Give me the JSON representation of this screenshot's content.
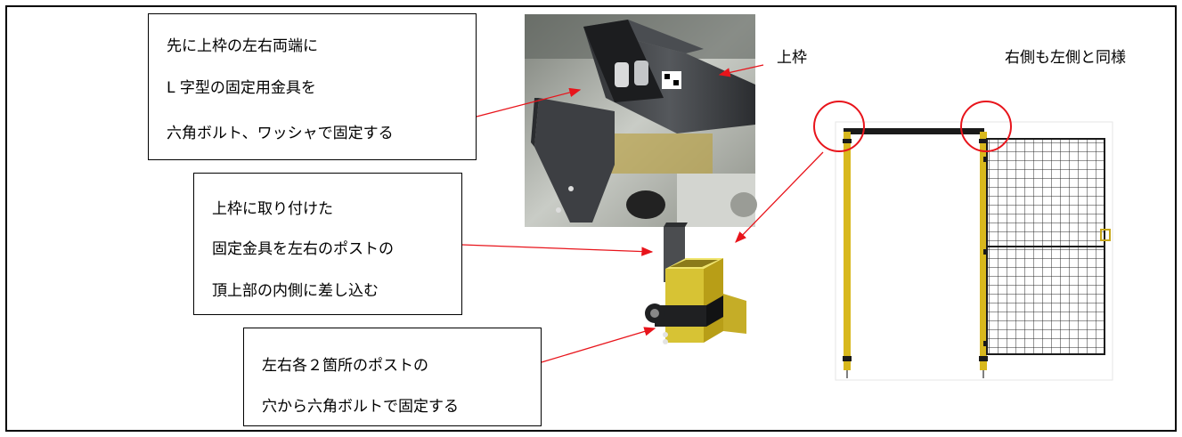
{
  "notes": {
    "upper_bracket": {
      "line1": "先に上枠の左右両端に",
      "line2": "L 字型の固定用金具を",
      "line3": "六角ボルト、ワッシャで固定する"
    },
    "insert": {
      "line1": "上枠に取り付けた",
      "line2": "固定金具を左右のポストの",
      "line3": "頂上部の内側に差し込む"
    },
    "bolt": {
      "line1": "左右各２箇所のポストの",
      "line2": "穴から六角ボルトで固定する"
    }
  },
  "labels": {
    "top_frame": "上枠",
    "right_same": "右側も左側と同様"
  },
  "colors": {
    "arrow": "#e8141b",
    "circle": "#e8141b",
    "post": "#d8b81d",
    "frame_bar": "#1a1a1a",
    "mesh": "#2a2a2a",
    "bracket": "#3a3c40"
  },
  "images": [
    "bracket-photo",
    "post-detail-illustration",
    "gate-illustration"
  ]
}
